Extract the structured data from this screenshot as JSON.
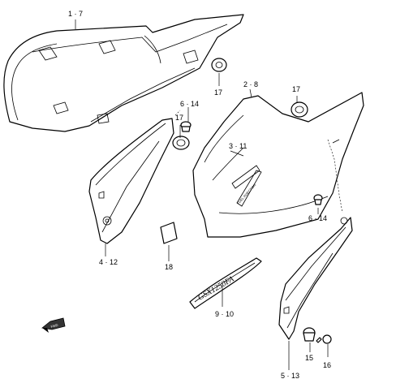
{
  "diagram": {
    "callouts": [
      {
        "id": "c-1-7",
        "label": "1 · 7"
      },
      {
        "id": "c-2-8",
        "label": "2 · 8"
      },
      {
        "id": "c-17a",
        "label": "17"
      },
      {
        "id": "c-17b",
        "label": "17"
      },
      {
        "id": "c-17c",
        "label": "17"
      },
      {
        "id": "c-6-14a",
        "label": "6 · 14"
      },
      {
        "id": "c-3-11",
        "label": "3 · 11"
      },
      {
        "id": "c-6-14b",
        "label": "6 · 14"
      },
      {
        "id": "c-4-12",
        "label": "4 · 12"
      },
      {
        "id": "c-18",
        "label": "18"
      },
      {
        "id": "c-9-10",
        "label": "9 · 10"
      },
      {
        "id": "c-15",
        "label": "15"
      },
      {
        "id": "c-16",
        "label": "16"
      },
      {
        "id": "c-5-13",
        "label": "5 · 13"
      }
    ],
    "emblem_text": "GSX1250FA",
    "fuel_decal_text": "FUEL INJECTION",
    "direction_mark": "FWD"
  }
}
